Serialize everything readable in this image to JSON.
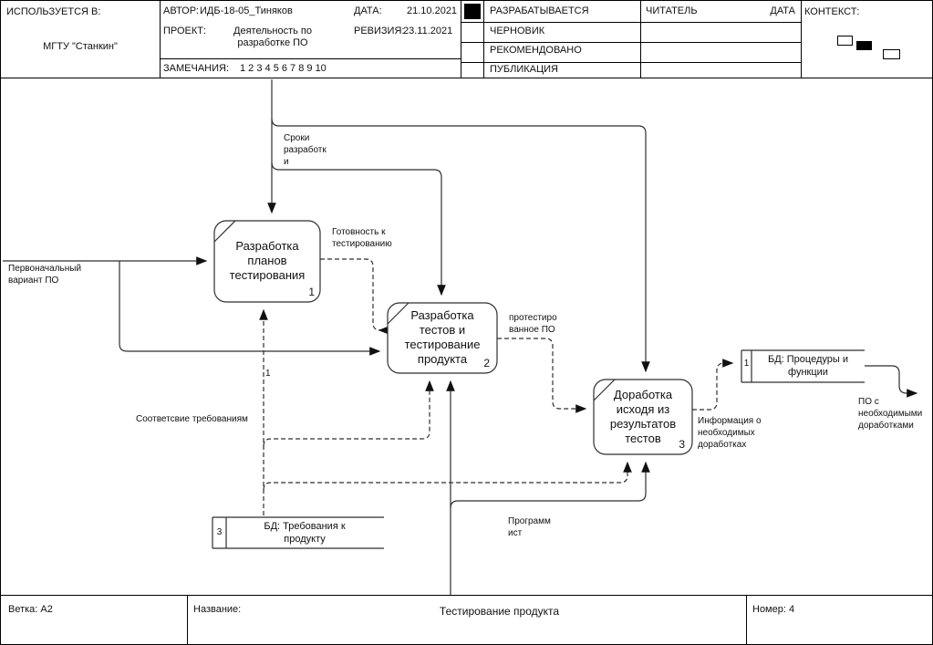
{
  "colors": {
    "ink": "#111111",
    "line": "#2f2f2f"
  },
  "header": {
    "used_in_label": "ИСПОЛЬЗУЕТСЯ В:",
    "used_in_value": "МГТУ \"Станкин\"",
    "author_label": "АВТОР:",
    "author_value": "ИДБ-18-05_Тиняков",
    "date_label": "ДАТА:",
    "date_value": "21.10.2021",
    "project_label": "ПРОЕКТ:",
    "project_value": "Деятельность по\nразработке ПО",
    "revision_label": "РЕВИЗИЯ:",
    "revision_value": "23.11.2021",
    "notes_label": "ЗАМЕЧАНИЯ:",
    "notes_value": "1 2 3 4 5 6 7 8 9 10",
    "status_rows": [
      "РАЗРАБАТЫВАЕТСЯ",
      "ЧЕРНОВИК",
      "РЕКОМЕНДОВАНО",
      "ПУБЛИКАЦИЯ"
    ],
    "reader_label": "ЧИТАТЕЛЬ",
    "reader_date_label": "ДАТА",
    "context_label": "КОНТЕКСТ:"
  },
  "diagram": {
    "activities": [
      {
        "number": "1",
        "title": "Разработка\nпланов\nтестирования"
      },
      {
        "number": "2",
        "title": "Разработка\nтестов и\nтестирование\nпродукта"
      },
      {
        "number": "3",
        "title": "Доработка\nисходя из\nрезультатов\nтестов"
      }
    ],
    "stores": [
      {
        "number": "1",
        "title": "БД: Процедуры и\nфункции"
      },
      {
        "number": "3",
        "title": "БД: Требования к\nпродукту"
      }
    ],
    "labels": {
      "initial": "Первоначальный\nвариант ПО",
      "terms": "Сроки\nразработк\nи",
      "ready": "Готовность к\nтестированию",
      "tested": "протестиро\nванное ПО",
      "info": "Информация о\nнеобходимых\nдоработках",
      "final": "ПО с\nнеобходимыми\nдоработками",
      "requirements": "Соответсвие требованиям",
      "req_mark": "1",
      "mechanism": "Программ\nист"
    }
  },
  "footer": {
    "branch_label": "Ветка: А2",
    "title_label": "Название:",
    "title_value": "Тестирование продукта",
    "number_label": "Номер: 4"
  }
}
